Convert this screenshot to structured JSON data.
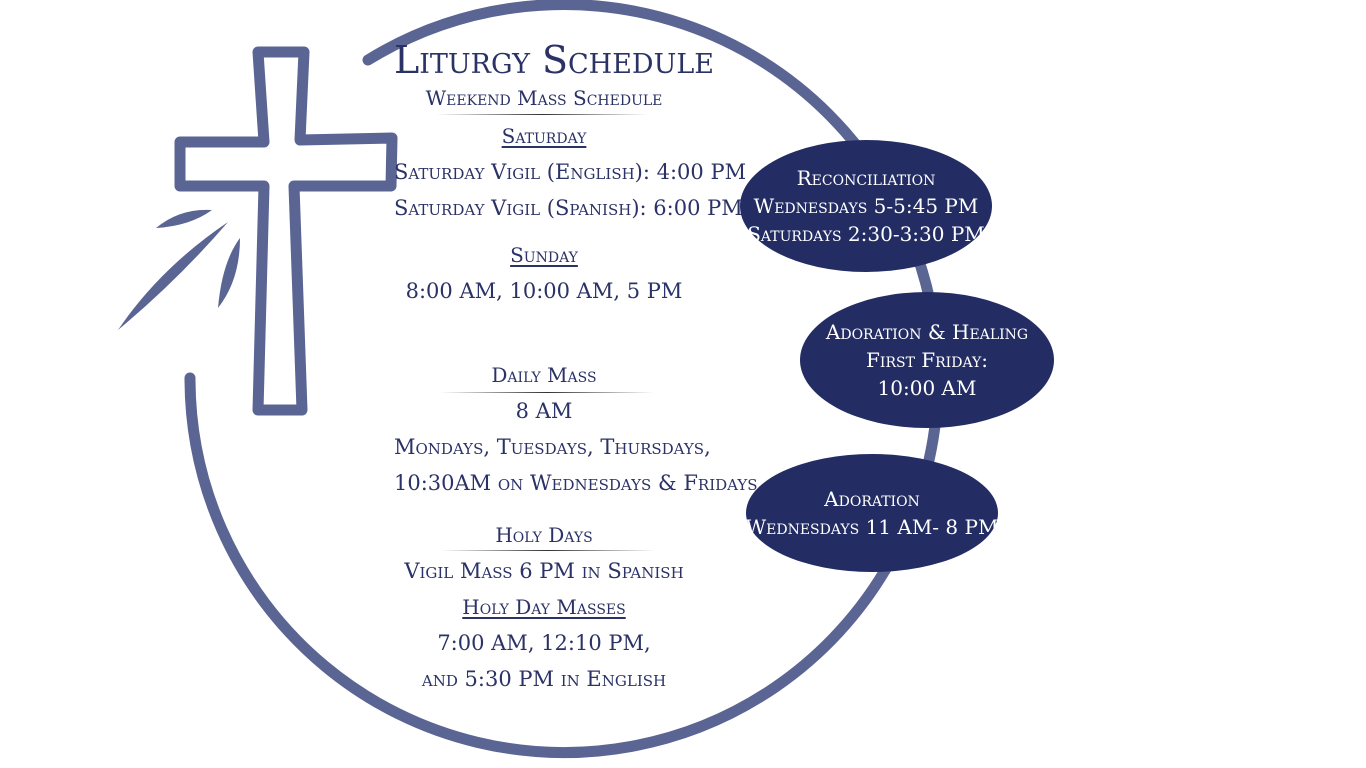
{
  "colors": {
    "accent": "#5a6593",
    "oval": "#232d63",
    "text": "#2b3266"
  },
  "schedule": {
    "title": "Liturgy Schedule",
    "weekend_heading": "Weekend Mass Schedule",
    "saturday_heading": "Saturday",
    "saturday_vigil_english": "Saturday Vigil (English): 4:00 PM",
    "saturday_vigil_spanish": "Saturday Vigil (Spanish):  6:00 PM",
    "sunday_heading": "Sunday",
    "sunday_times": "8:00 AM, 10:00 AM, 5 PM",
    "daily_heading": "Daily Mass",
    "daily_time": "8 AM",
    "daily_days": "Mondays, Tuesdays, Thursdays,",
    "daily_alt": "10:30AM on Wednesdays & Fridays",
    "holy_heading": "Holy Days",
    "holy_vigil": "Vigil Mass  6 PM in Spanish",
    "holy_masses_heading": "Holy Day Masses",
    "holy_masses_times": "7:00 AM, 12:10 PM,",
    "holy_masses_english": "and 5:30 PM in English"
  },
  "reconciliation": {
    "title": "Reconciliation",
    "line1": "Wednesdays 5-5:45 PM",
    "line2": "Saturdays 2:30-3:30 PM"
  },
  "adoration_healing": {
    "title": "Adoration & Healing",
    "line1": "First Friday:",
    "line2": "10:00 AM"
  },
  "adoration": {
    "title": "Adoration",
    "line1": "Wednesdays 11 AM- 8 PM"
  }
}
